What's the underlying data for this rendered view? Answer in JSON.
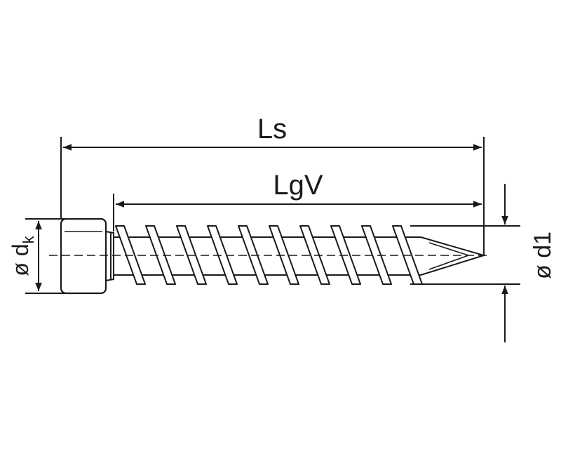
{
  "labels": {
    "ls": "Ls",
    "lgv": "LgV",
    "dk_prefix": "ø d",
    "dk_sub": "k",
    "d1": "ø d1"
  },
  "colors": {
    "ink": "#1a1a1a",
    "background": "#ffffff"
  }
}
